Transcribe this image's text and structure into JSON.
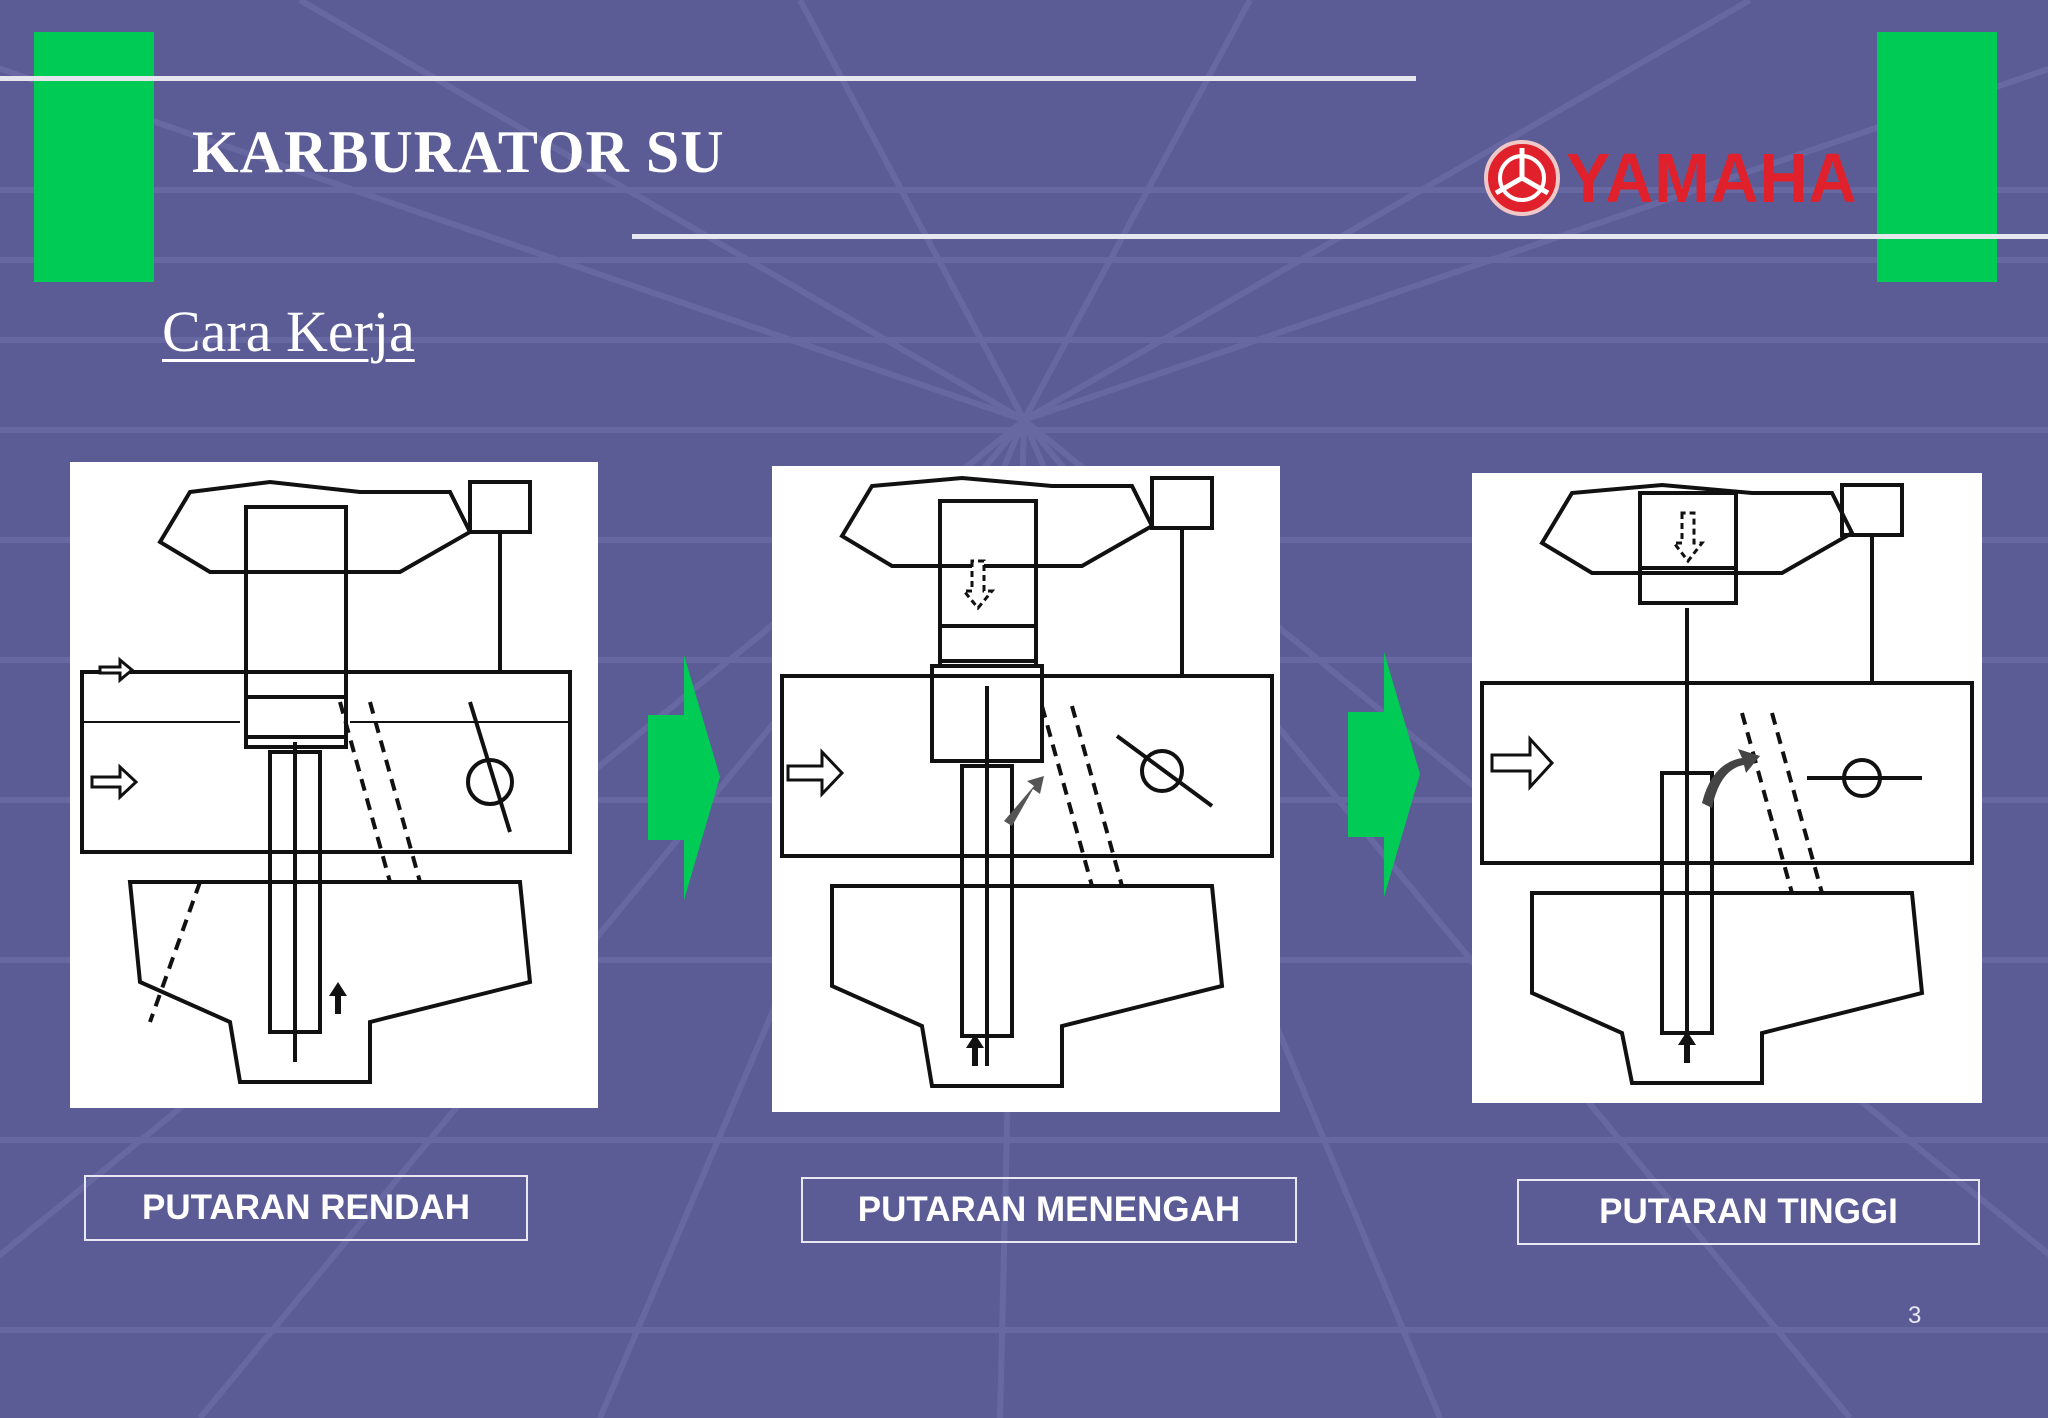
{
  "slide": {
    "title": "KARBURATOR SU",
    "subtitle": "Cara Kerja",
    "logo_text": "YAMAHA",
    "page_number": "3"
  },
  "panels": [
    {
      "label": "PUTARAN RENDAH"
    },
    {
      "label": "PUTARAN MENENGAH"
    },
    {
      "label": "PUTARAN TINGGI"
    }
  ],
  "colors": {
    "background": "#5b5c96",
    "accent_green": "#00cc55",
    "logo_red": "#e0202a",
    "rule": "#e6e6ef"
  },
  "icons": [
    "flow-arrow-icon",
    "yamaha-emblem-icon"
  ]
}
